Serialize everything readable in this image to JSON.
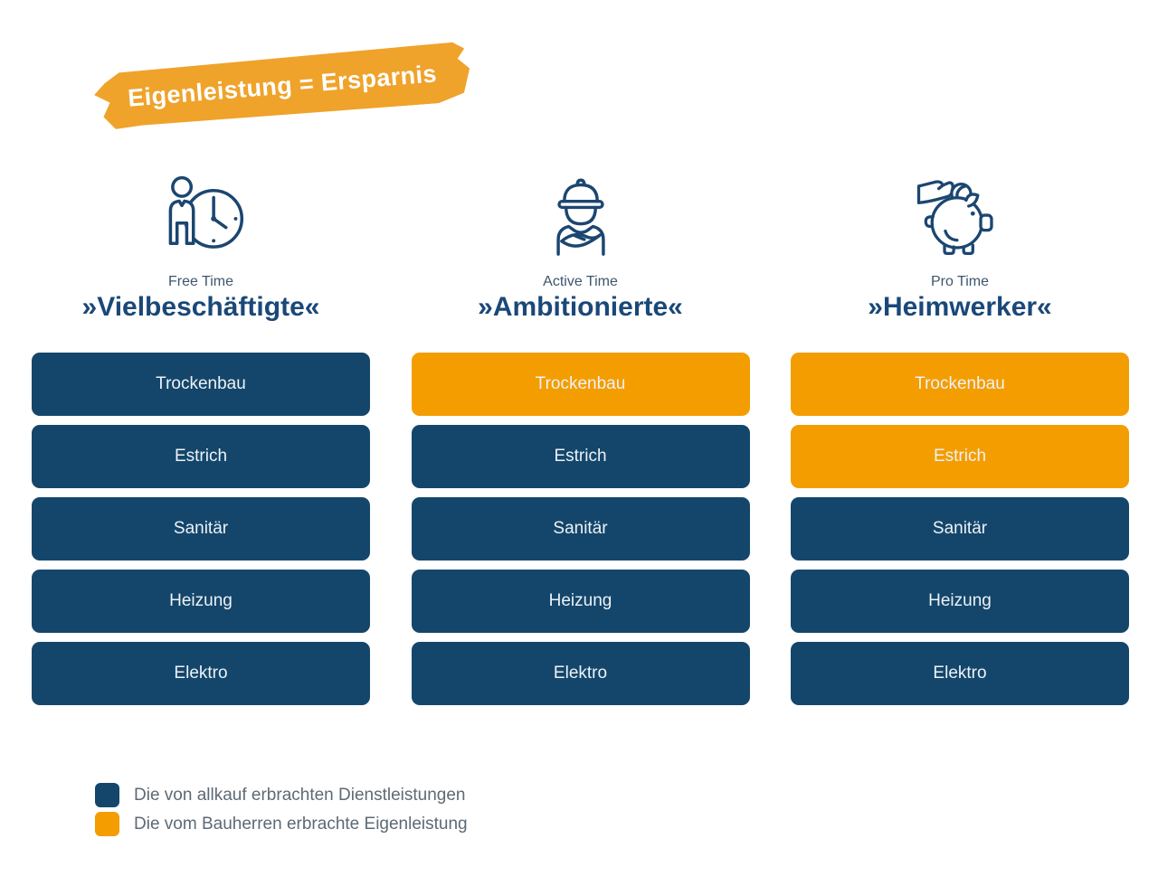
{
  "banner": {
    "title": "Eigenleistung = Ersparnis"
  },
  "colors": {
    "navy": "#14466B",
    "orange": "#F49D00",
    "banner-orange": "#EFA32B",
    "heading-navy": "#1A4878",
    "subtitle-blue": "#3D566E",
    "legend-text": "#5D6A75",
    "bar-text": "#EDF2F7"
  },
  "columns": [
    {
      "icon": "person-clock-icon",
      "subtitle": "Free Time",
      "title": "»Vielbeschäftigte«",
      "bars": [
        {
          "label": "Trockenbau",
          "type": "allkauf"
        },
        {
          "label": "Estrich",
          "type": "allkauf"
        },
        {
          "label": "Sanitär",
          "type": "allkauf"
        },
        {
          "label": "Heizung",
          "type": "allkauf"
        },
        {
          "label": "Elektro",
          "type": "allkauf"
        }
      ]
    },
    {
      "icon": "construction-worker-icon",
      "subtitle": "Active Time",
      "title": "»Ambitionierte«",
      "bars": [
        {
          "label": "Trockenbau",
          "type": "own"
        },
        {
          "label": "Estrich",
          "type": "allkauf"
        },
        {
          "label": "Sanitär",
          "type": "allkauf"
        },
        {
          "label": "Heizung",
          "type": "allkauf"
        },
        {
          "label": "Elektro",
          "type": "allkauf"
        }
      ]
    },
    {
      "icon": "piggy-bank-icon",
      "subtitle": "Pro Time",
      "title": "»Heimwerker«",
      "bars": [
        {
          "label": "Trockenbau",
          "type": "own"
        },
        {
          "label": "Estrich",
          "type": "own"
        },
        {
          "label": "Sanitär",
          "type": "allkauf"
        },
        {
          "label": "Heizung",
          "type": "allkauf"
        },
        {
          "label": "Elektro",
          "type": "allkauf"
        }
      ]
    }
  ],
  "legend": {
    "items": [
      {
        "swatch_color": "#14466B",
        "label": "Die von allkauf erbrachten Dienstleistungen"
      },
      {
        "swatch_color": "#F49D00",
        "label": "Die vom Bauherren erbrachte Eigenleistung"
      }
    ]
  }
}
